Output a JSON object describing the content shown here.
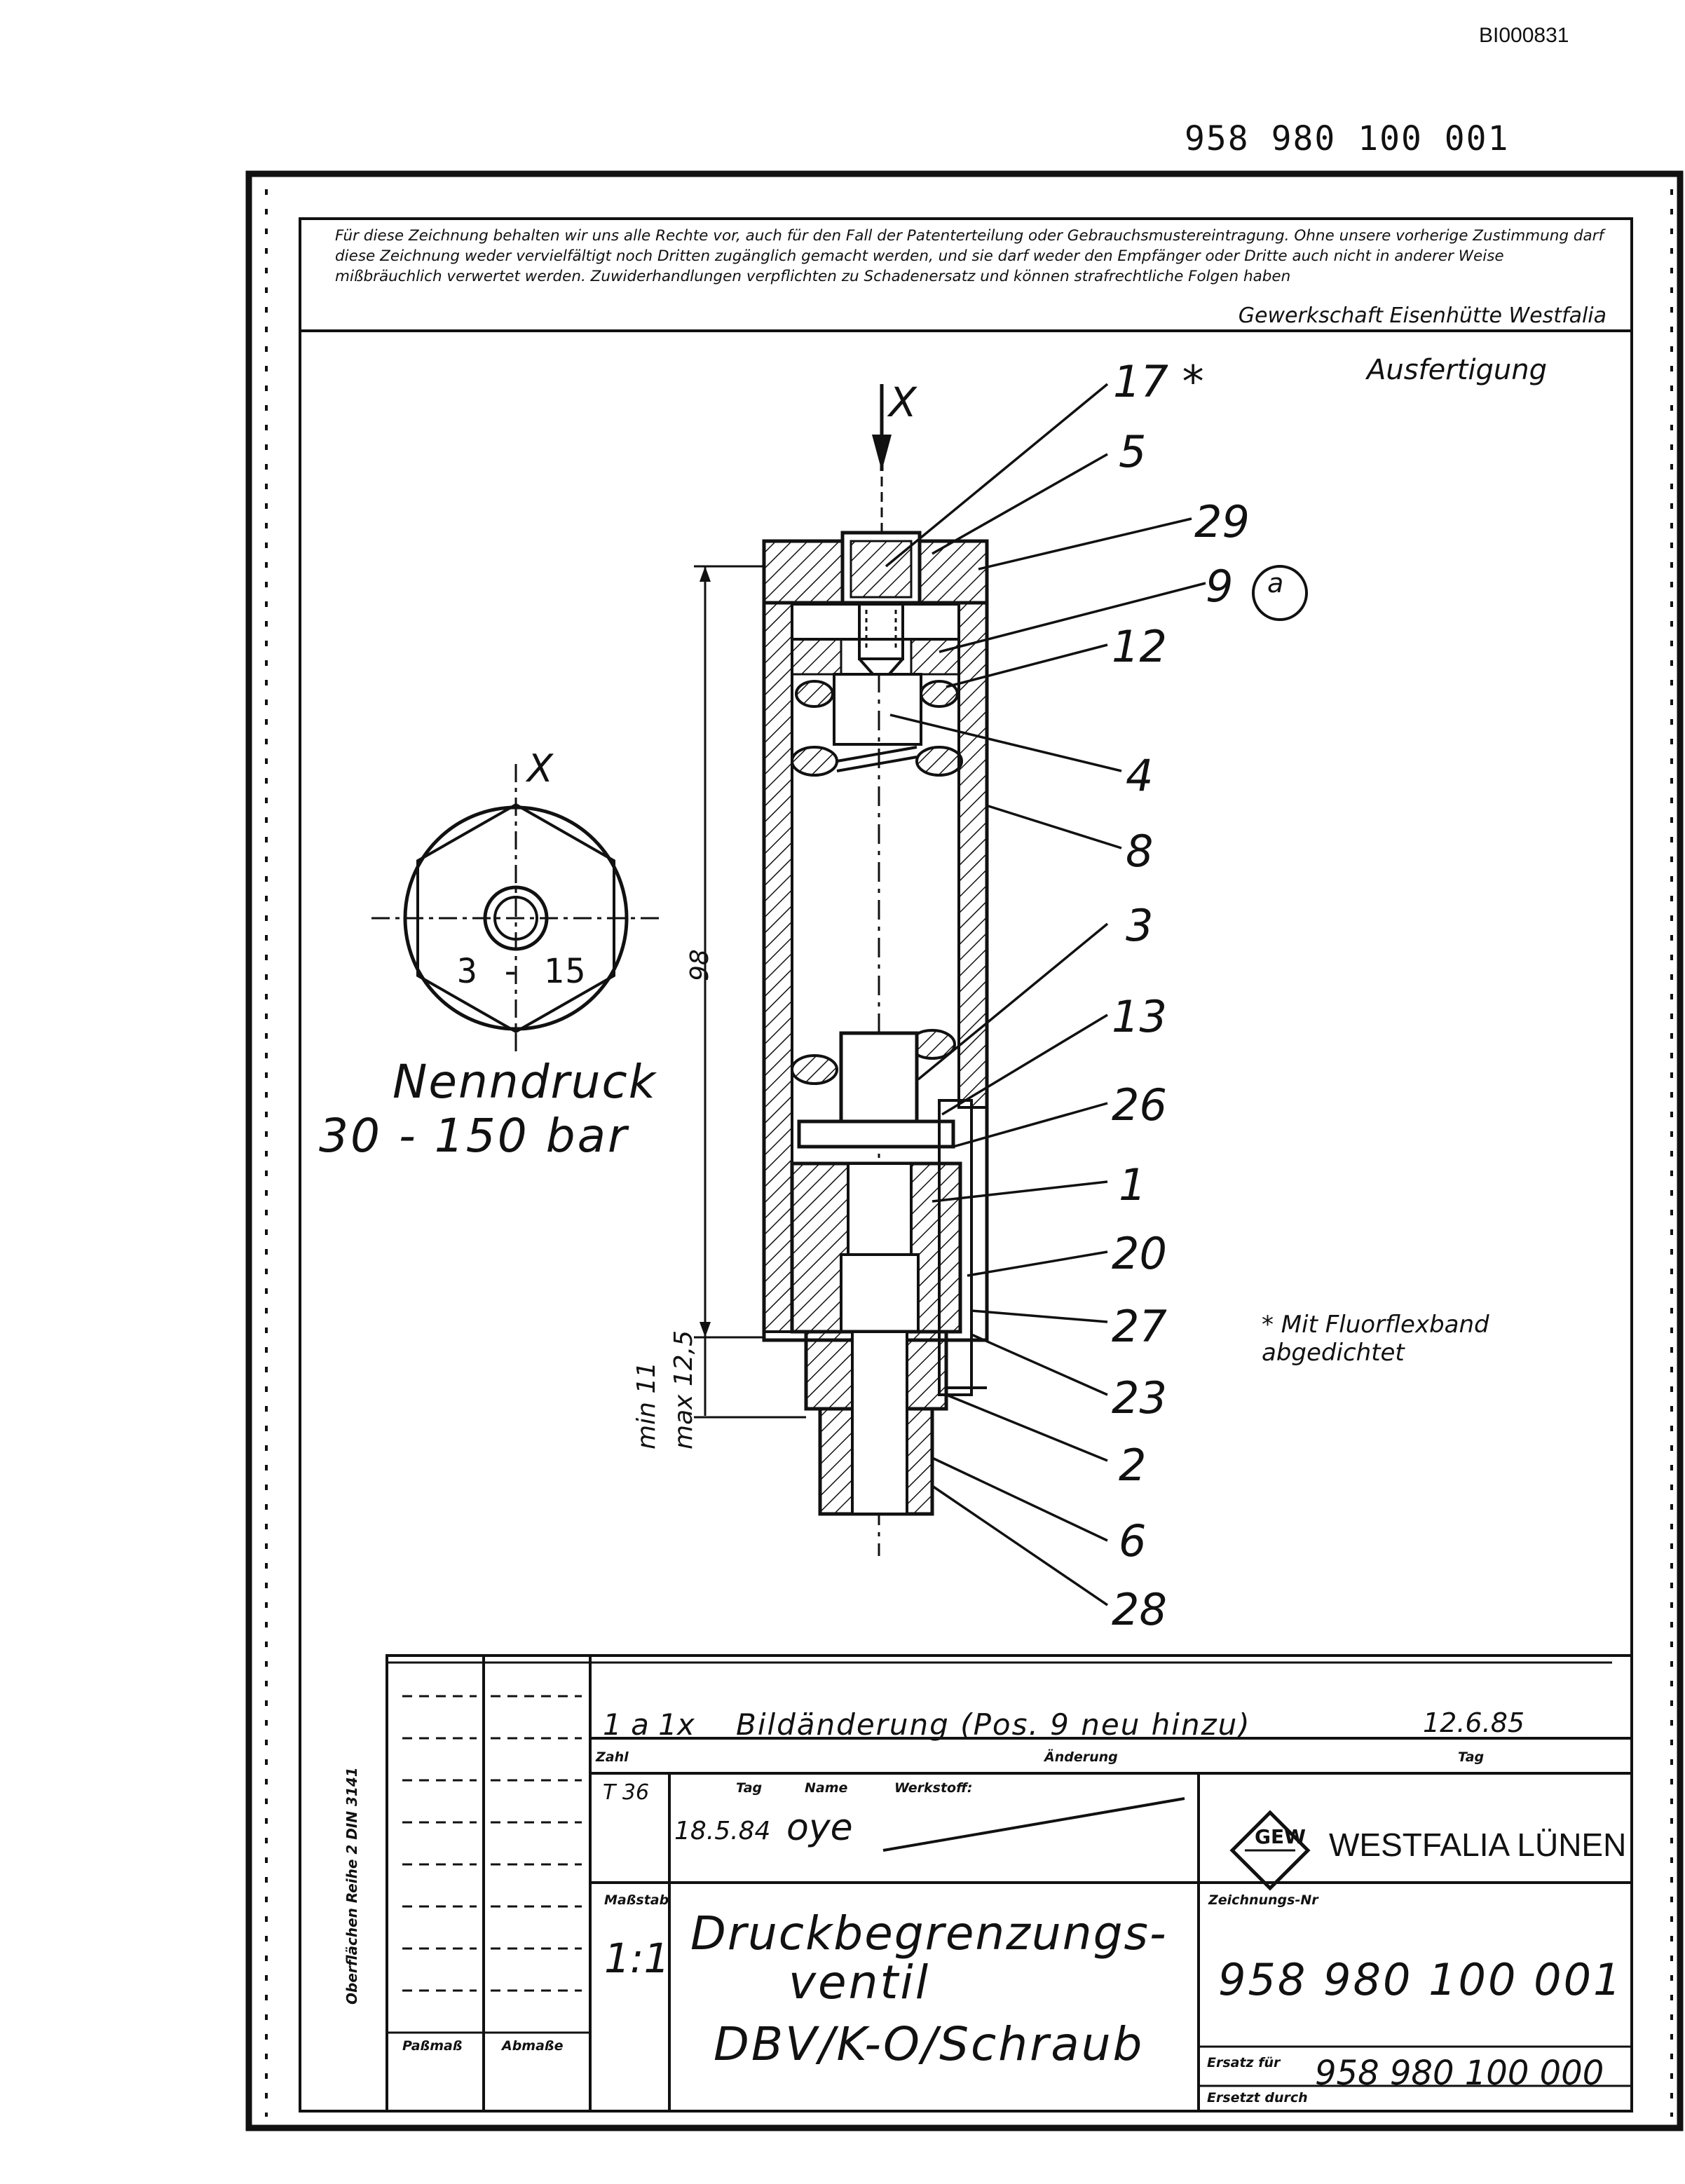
{
  "document": {
    "doc_id": "BI000831",
    "drawing_number_top": "958 980 100 001"
  },
  "notice": {
    "text": "Für diese Zeichnung behalten wir uns alle Rechte vor, auch für den Fall der Patenterteilung oder Gebrauchsmustereintragung. Ohne unsere vorherige Zustimmung darf diese Zeichnung weder vervielfältigt noch Dritten zugänglich gemacht werden, und sie darf weder den Empfänger oder Dritte auch nicht in anderer Weise mißbräuchlich verwertet werden. Zuwiderhandlungen verpflichten zu Schadenersatz und können strafrechtliche Folgen haben",
    "company": "Gewerkschaft Eisenhütte Westfalia"
  },
  "drawing": {
    "ausfertigung": "Ausfertigung",
    "view_x_top": "X",
    "view_x_side": "X",
    "pressure_range_symbol": "3 - 15",
    "nenndruck_label": "Nenndruck",
    "nenndruck_value": "30 - 150  bar",
    "dim_98": "98",
    "dim_min": "min 11",
    "dim_max": "max 12,5",
    "note": "* Mit Fluorflexband abgedichtet",
    "parts": [
      {
        "num": "17 *"
      },
      {
        "num": "5"
      },
      {
        "num": "29"
      },
      {
        "num": "9"
      },
      {
        "num": "a"
      },
      {
        "num": "12"
      },
      {
        "num": "4"
      },
      {
        "num": "8"
      },
      {
        "num": "3"
      },
      {
        "num": "13"
      },
      {
        "num": "26"
      },
      {
        "num": "1"
      },
      {
        "num": "20"
      },
      {
        "num": "27"
      },
      {
        "num": "23"
      },
      {
        "num": "2"
      },
      {
        "num": "6"
      },
      {
        "num": "28"
      }
    ]
  },
  "title_block": {
    "revision": {
      "index": "1   a 1x",
      "text": "Bildänderung (Pos. 9 neu hinzu)",
      "date": "12.6.85"
    },
    "headers": {
      "zahl": "Zahl",
      "aenderung": "Änderung",
      "tag": "Tag",
      "name": "Name",
      "werkstoff": "Werkstoff:",
      "massstab": "Maßstab",
      "zeichnungs_nr": "Zeichnungs-Nr",
      "passmass": "Paßmaß",
      "abmasse": "Abmaße",
      "ersatz_fuer": "Ersatz für",
      "ersetzt_durch": "Ersetzt durch",
      "oberflaechen": "Oberflächen Reihe 2 DIN 3141"
    },
    "maker": {
      "code": "T 36",
      "date": "18.5.84",
      "name": "oye"
    },
    "scale": "1:1",
    "title_line1": "Druckbegrenzungs-",
    "title_line2": "ventil",
    "title_line3": "DBV/K-O/Schraub",
    "drawing_number": "958 980 100 001",
    "replaces": "958 980 100 000",
    "company": "WESTFALIA LÜNEN",
    "logo": "GEW"
  }
}
